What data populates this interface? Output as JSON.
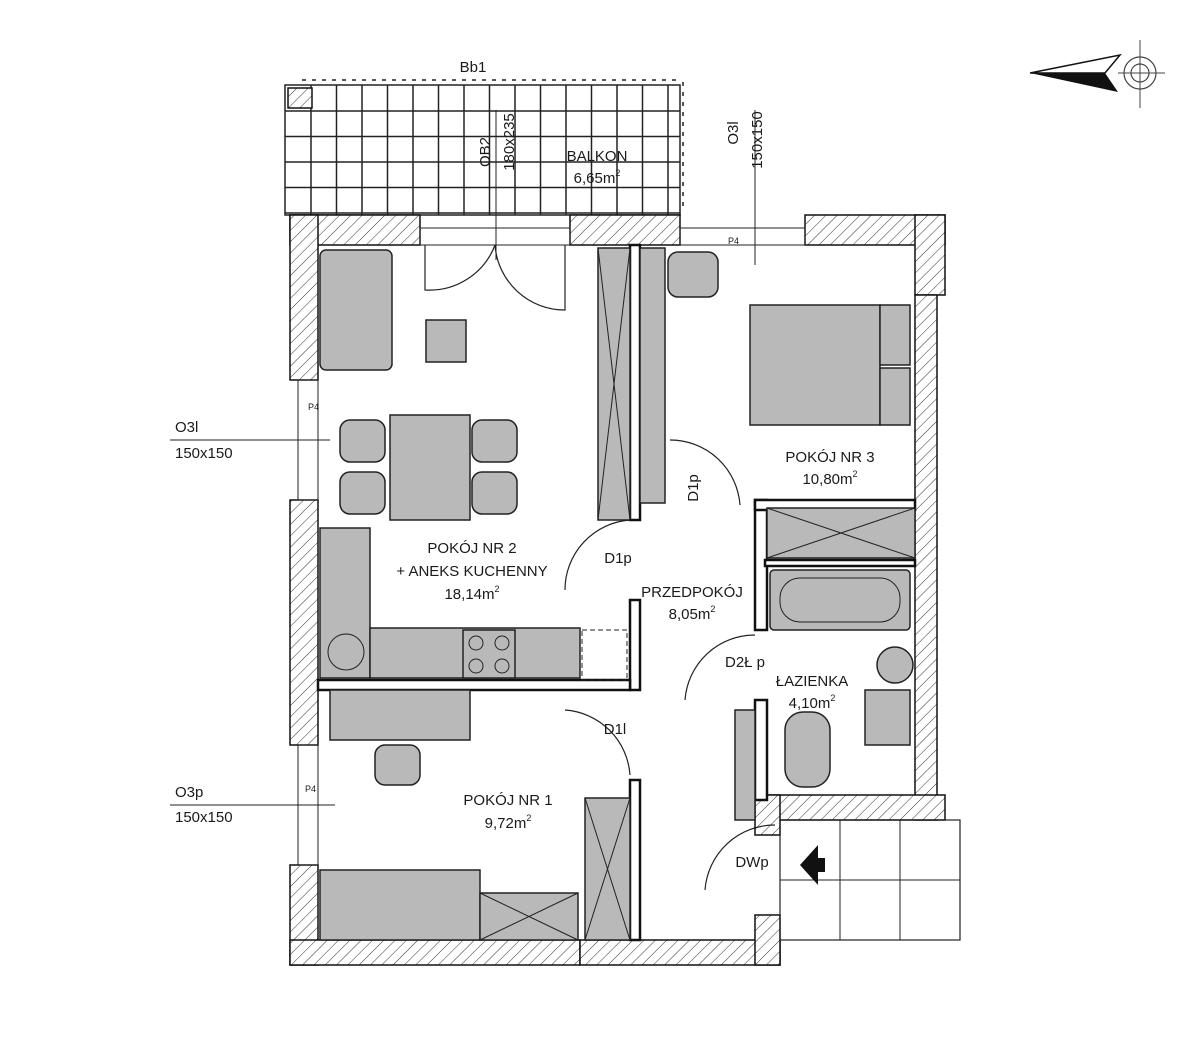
{
  "title": "Floor plan",
  "rooms": {
    "balkon": {
      "name": "BALKON",
      "area": "6,65m",
      "sup": "2"
    },
    "pokoj2": {
      "name": "POKÓJ NR 2",
      "name2": "+ ANEKS KUCHENNY",
      "area": "18,14m",
      "sup": "2"
    },
    "pokoj3": {
      "name": "POKÓJ NR 3",
      "area": "10,80m",
      "sup": "2"
    },
    "przedpokoj": {
      "name": "PRZEDPOKÓJ",
      "area": "8,05m",
      "sup": "2"
    },
    "lazienka": {
      "name": "ŁAZIENKA",
      "area": "4,10m",
      "sup": "2"
    },
    "pokoj1": {
      "name": "POKÓJ NR 1",
      "area": "9,72m",
      "sup": "2"
    }
  },
  "windows": {
    "bb1": "Bb1",
    "ob2": {
      "code": "OB2",
      "size": "180x235"
    },
    "o3l_top": {
      "code": "O3l",
      "size": "150x150"
    },
    "o3l_left": {
      "code": "O3l",
      "size": "150x150"
    },
    "o3p_left": {
      "code": "O3p",
      "size": "150x150"
    },
    "p4": "P4"
  },
  "doors": {
    "d1p_vertical": "D1p",
    "d1p": "D1p",
    "d2lp": "D2Ł p",
    "d1l": "D1l",
    "dwp": "DWp"
  },
  "compass": "north-arrow-icon"
}
